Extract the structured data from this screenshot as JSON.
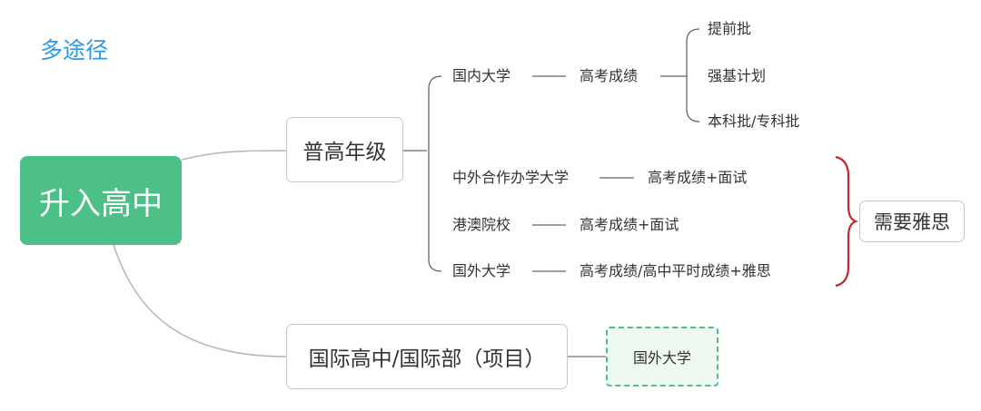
{
  "title": "多途径",
  "root": "升入高中",
  "branch_putong": {
    "label": "普高年级",
    "routes": [
      {
        "name": "国内大学",
        "requirement": "高考成绩",
        "sub": [
          "提前批",
          "强基计划",
          "本科批/专科批"
        ]
      },
      {
        "name": "中外合作办学大学",
        "requirement": "高考成绩+面试"
      },
      {
        "name": "港澳院校",
        "requirement": "高考成绩+面试"
      },
      {
        "name": "国外大学",
        "requirement": "高考成绩/高中平时成绩+雅思"
      }
    ]
  },
  "brace_note": "需要雅思",
  "branch_guoji": {
    "label": "国际高中/国际部（项目）",
    "target": "国外大学"
  },
  "colors": {
    "title": "#2e9ae6",
    "root": "#4cc087",
    "brace": "#c0282d",
    "dash_border": "#4cc087",
    "dash_fill": "#eef8f1",
    "line": "#a8a8a8"
  }
}
